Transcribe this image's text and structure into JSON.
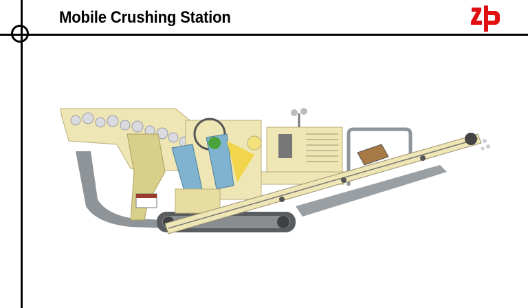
{
  "slide": {
    "title": "Mobile Crushing Station",
    "logo_text": "zp",
    "brand_color": "#e01010"
  },
  "illustration": {
    "subject": "mobile-crushing-station-diagram"
  }
}
